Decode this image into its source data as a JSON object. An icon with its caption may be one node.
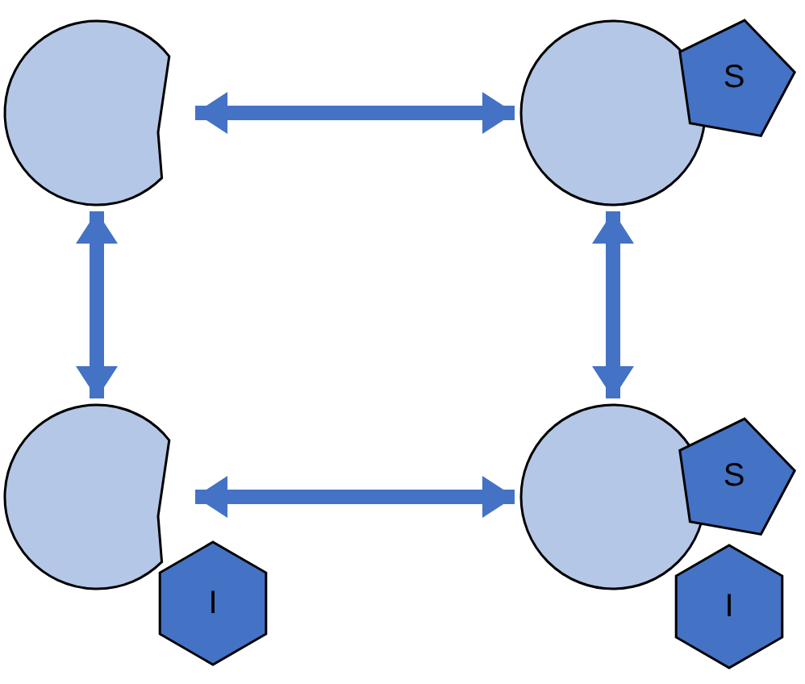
{
  "diagram": {
    "nodes": [
      {
        "text": [],
        "shape": "circle"
      },
      {
        "text": [],
        "shape": "circle"
      },
      {
        "text": [
          "S"
        ]
      },
      {
        "text": [],
        "shape": "circle"
      },
      {
        "text": [
          "I"
        ]
      },
      {
        "text": [],
        "shape": "circle"
      },
      {
        "text": [
          "S"
        ]
      },
      {
        "text": [
          "I"
        ]
      }
    ],
    "edges": [
      {
        "from": 0,
        "to": 1,
        "arrow": "both"
      },
      {
        "from": 0,
        "to": 3,
        "arrow": "both"
      },
      {
        "from": 1,
        "to": 5,
        "arrow": "both"
      },
      {
        "from": 3,
        "to": 5,
        "arrow": "both"
      }
    ]
  }
}
